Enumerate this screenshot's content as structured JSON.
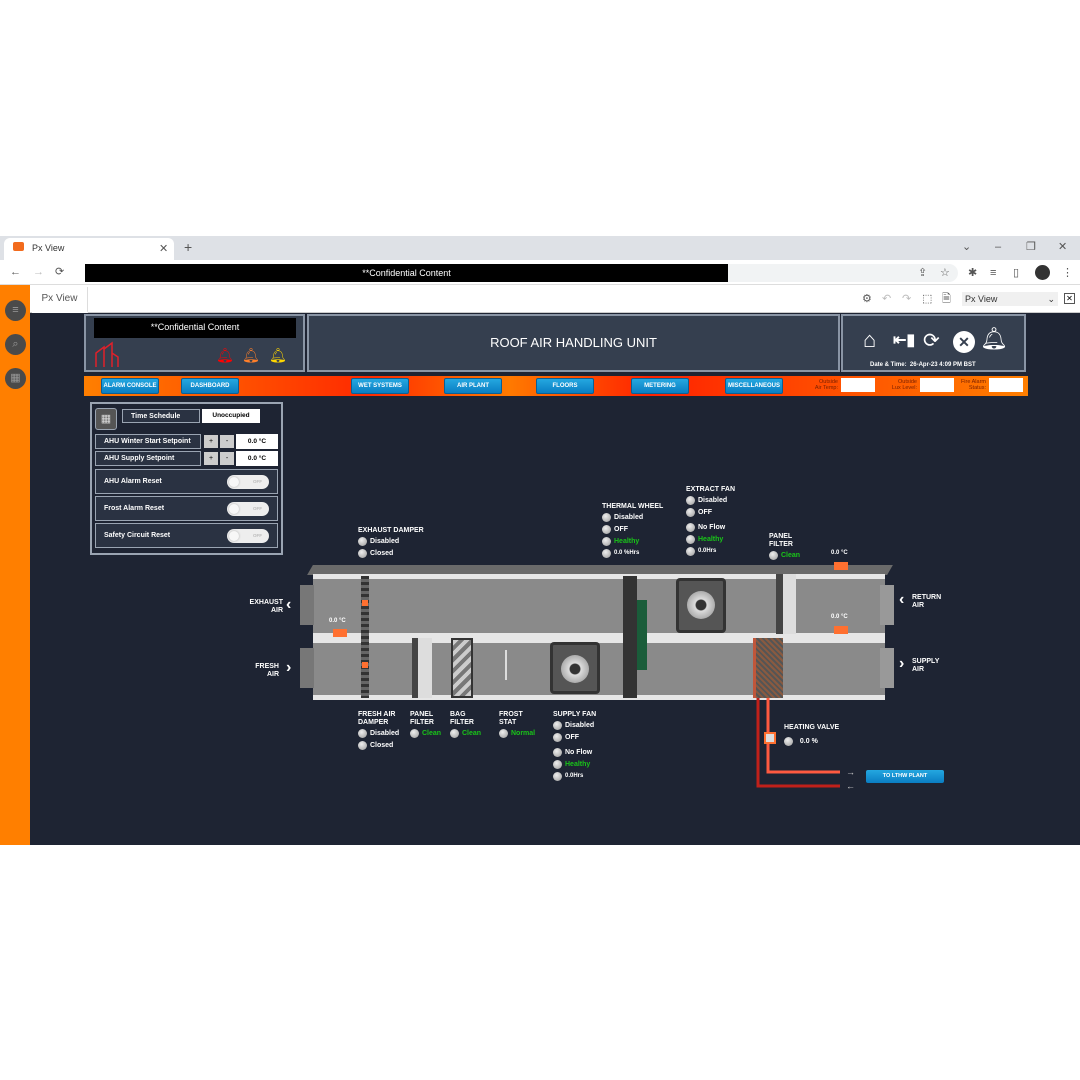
{
  "browser": {
    "tab_title": "Px View",
    "new_tab": "+",
    "address": "**Confidential Content"
  },
  "app": {
    "tab_label": "Px View",
    "view_select": "Px View"
  },
  "header": {
    "confidential": "**Confidential Content",
    "title": "ROOF AIR HANDLING UNIT",
    "datetime_label": "Date & Time:",
    "datetime_value": "26-Apr-23 4:09 PM BST"
  },
  "alarm_colors": [
    "#ff0000",
    "#ff7f2a",
    "#ffd700"
  ],
  "nav": {
    "buttons": [
      "ALARM CONSOLE",
      "DASHBOARD",
      "WET SYSTEMS",
      "AIR PLANT",
      "FLOORS",
      "METERING",
      "MISCELLANEOUS"
    ],
    "outside_air_temp": {
      "label1": "Outside",
      "label2": "Air Temp:",
      "value": ""
    },
    "outside_lux": {
      "label1": "Outside",
      "label2": "Lux Level:",
      "value": ""
    },
    "fire_alarm": {
      "label1": "Fire Alarm",
      "label2": "Status:",
      "value": ""
    }
  },
  "controls": {
    "time_schedule_label": "Time Schedule",
    "time_schedule_value": "Unoccupied",
    "winter_label": "AHU Winter Start Setpoint",
    "winter_value": "0.0 °C",
    "supply_label": "AHU Supply Setpoint",
    "supply_value": "0.0 °C",
    "plus": "+",
    "minus": "-",
    "alarm_reset": "AHU Alarm Reset",
    "frost_reset": "Frost Alarm Reset",
    "safety_reset": "Safety Circuit Reset",
    "toggle_state": "OFF"
  },
  "ahu": {
    "exhaust_damper": {
      "title": "EXHAUST DAMPER",
      "s1": "Disabled",
      "s2": "Closed"
    },
    "thermal_wheel": {
      "title": "THERMAL WHEEL",
      "s1": "Disabled",
      "s2": "OFF",
      "s3": "Healthy",
      "s4": "0.0 %Hrs"
    },
    "extract_fan": {
      "title": "EXTRACT FAN",
      "s1": "Disabled",
      "s2": "OFF",
      "s3": "No Flow",
      "s4": "Healthy",
      "s5": "0.0Hrs"
    },
    "return_panel_filter": {
      "title1": "PANEL",
      "title2": "FILTER",
      "s1": "Clean"
    },
    "return_temp": "0.0 °C",
    "supply_temp": "0.0 °C",
    "mixing_temp": "0.0 °C",
    "exhaust_air": [
      "EXHAUST",
      "AIR"
    ],
    "fresh_air": [
      "FRESH",
      "AIR"
    ],
    "return_air": [
      "RETURN",
      "AIR"
    ],
    "supply_air": [
      "SUPPLY",
      "AIR"
    ],
    "fresh_air_damper": {
      "title1": "FRESH AIR",
      "title2": "DAMPER",
      "s1": "Disabled",
      "s2": "Closed"
    },
    "panel_filter": {
      "title1": "PANEL",
      "title2": "FILTER",
      "s1": "Clean"
    },
    "bag_filter": {
      "title1": "BAG",
      "title2": "FILTER",
      "s1": "Clean"
    },
    "frost_stat": {
      "title1": "FROST",
      "title2": "STAT",
      "s1": "Normal"
    },
    "supply_fan": {
      "title": "SUPPLY FAN",
      "s1": "Disabled",
      "s2": "OFF",
      "s3": "No Flow",
      "s4": "Healthy",
      "s5": "0.0Hrs"
    },
    "heating_valve": {
      "title": "HEATING VALVE",
      "value": "0.0 %"
    },
    "lthw_button": "TO LTHW PLANT"
  }
}
